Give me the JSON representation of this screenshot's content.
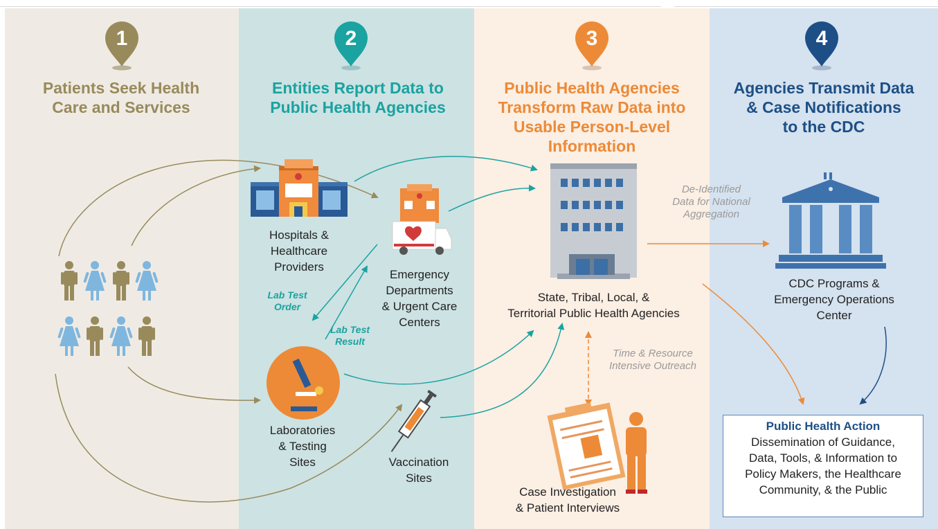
{
  "steps": [
    {
      "number": "1",
      "title_line1": "Patients Seek Health",
      "title_line2": "Care and Services",
      "color": "#998a5c"
    },
    {
      "number": "2",
      "title_line1": "Entities Report Data to",
      "title_line2": "Public Health Agencies",
      "color": "#1aa3a0"
    },
    {
      "number": "3",
      "title_line1": "Public Health Agencies",
      "title_line2": "Transform Raw Data into",
      "title_line3": "Usable Person-Level",
      "title_line4": "Information",
      "color": "#ec8a37"
    },
    {
      "number": "4",
      "title_line1": "Agencies Transmit Data",
      "title_line2": "& Case Notifications",
      "title_line3": "to the CDC",
      "color": "#1d4f86"
    }
  ],
  "nodes": {
    "hospitals": {
      "line1": "Hospitals &",
      "line2": "Healthcare",
      "line3": "Providers"
    },
    "emergency": {
      "line1": "Emergency",
      "line2": "Departments",
      "line3": "& Urgent Care",
      "line4": "Centers"
    },
    "labs": {
      "line1": "Laboratories",
      "line2": "& Testing",
      "line3": "Sites"
    },
    "vaccination": {
      "line1": "Vaccination",
      "line2": "Sites"
    },
    "agencies": {
      "line1": "State, Tribal, Local, &",
      "line2": "Territorial Public Health Agencies"
    },
    "case": {
      "line1": "Case Investigation",
      "line2": "& Patient Interviews"
    },
    "cdc": {
      "line1": "CDC Programs &",
      "line2": "Emergency Operations",
      "line3": "Center"
    }
  },
  "annotations": {
    "lab_order_1": "Lab Test",
    "lab_order_2": "Order",
    "lab_result_1": "Lab Test",
    "lab_result_2": "Result",
    "deidentified_1": "De-Identified",
    "deidentified_2": "Data for National",
    "deidentified_3": "Aggregation",
    "outreach_1": "Time & Resource",
    "outreach_2": "Intensive Outreach"
  },
  "action": {
    "title": "Public Health Action",
    "line1": "Dissemination of Guidance,",
    "line2": "Data, Tools, & Information to",
    "line3": "Policy Makers, the Healthcare",
    "line4": "Community, & the Public"
  },
  "colors": {
    "olive": "#998a5c",
    "teal": "#1aa3a0",
    "orange": "#ec8a37",
    "navy": "#1d4f86",
    "person_blue": "#7fb6de"
  }
}
